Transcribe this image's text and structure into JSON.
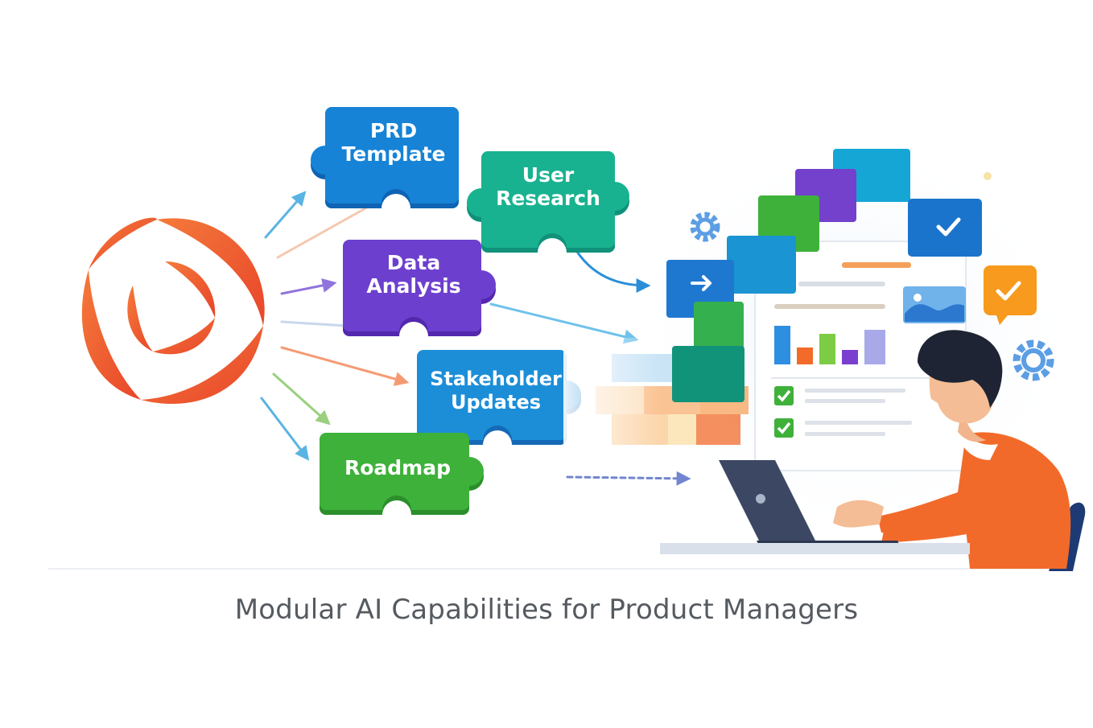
{
  "caption": "Modular AI Capabilities for Product Managers",
  "pieces": [
    {
      "id": "prd",
      "lines": [
        "PRD",
        "Template"
      ],
      "color": "#1683d6",
      "color2": "#0f63b3",
      "icon": "puzzle-piece-icon"
    },
    {
      "id": "user-research",
      "lines": [
        "User",
        "Research"
      ],
      "color": "#19b290",
      "color2": "#10917a",
      "icon": "puzzle-piece-icon"
    },
    {
      "id": "data-analysis",
      "lines": [
        "Data",
        "Analysis"
      ],
      "color": "#6d3fce",
      "color2": "#5328ad",
      "icon": "puzzle-piece-icon"
    },
    {
      "id": "stakeholder-updates",
      "lines": [
        "Stakeholder",
        "Updates"
      ],
      "color": "#1c8ed8",
      "color2": "#1569b6",
      "icon": "puzzle-piece-icon"
    },
    {
      "id": "roadmap",
      "lines": [
        "Roadmap"
      ],
      "color": "#3eb13a",
      "color2": "#2b8e2a",
      "icon": "puzzle-piece-icon"
    }
  ],
  "logo": {
    "icon": "swirl-logo-icon",
    "color": "#f0552a"
  },
  "colors": {
    "orange": "#f26522",
    "blue": "#1b87d6",
    "green": "#3fb13b",
    "purple": "#6d3fce",
    "teal": "#1ab191",
    "gray_text": "#555a60"
  }
}
